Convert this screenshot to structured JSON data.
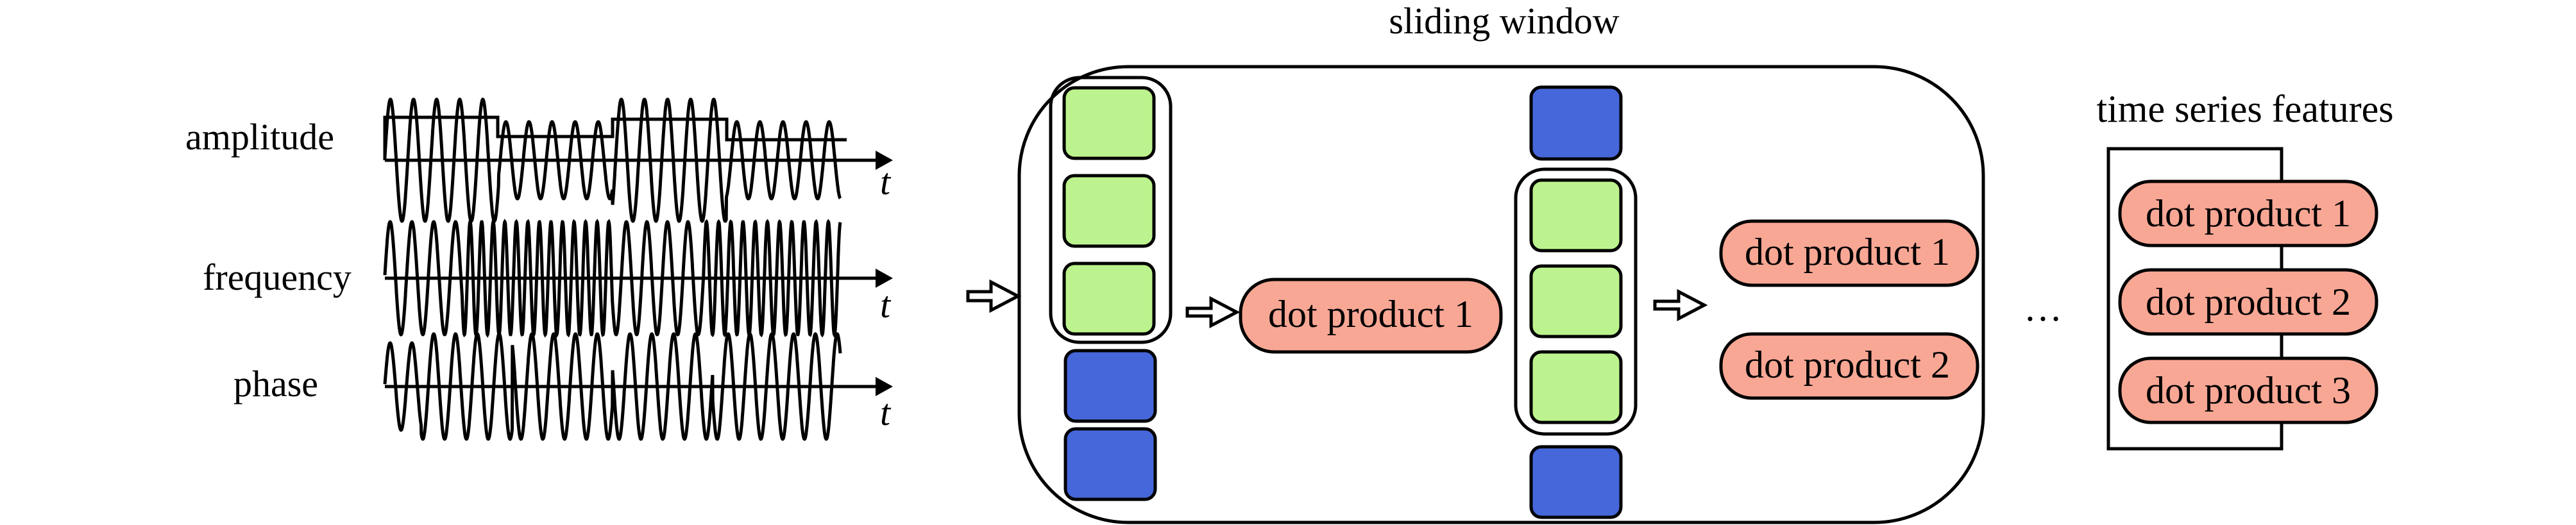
{
  "signals": {
    "rows": [
      {
        "label": "amplitude",
        "axis_label": "t",
        "modulation": "amplitude"
      },
      {
        "label": "frequency",
        "axis_label": "t",
        "modulation": "frequency"
      },
      {
        "label": "phase",
        "axis_label": "t",
        "modulation": "phase"
      }
    ]
  },
  "sliding_window": {
    "title": "sliding window",
    "step1": {
      "window_cells": 3,
      "trailing_cells": 2,
      "result": "dot product 1"
    },
    "step2": {
      "leading_cells": 1,
      "window_cells": 3,
      "trailing_cells": 1,
      "results": [
        "dot product 1",
        "dot product 2"
      ]
    }
  },
  "ellipsis": "…",
  "features": {
    "title": "time series features",
    "items": [
      "dot product 1",
      "dot product 2",
      "dot product 3"
    ]
  },
  "colors": {
    "window_cell": "#bdf38e",
    "other_cell": "#4667da",
    "dot_product": "#f9a795",
    "stroke": "#000000"
  }
}
